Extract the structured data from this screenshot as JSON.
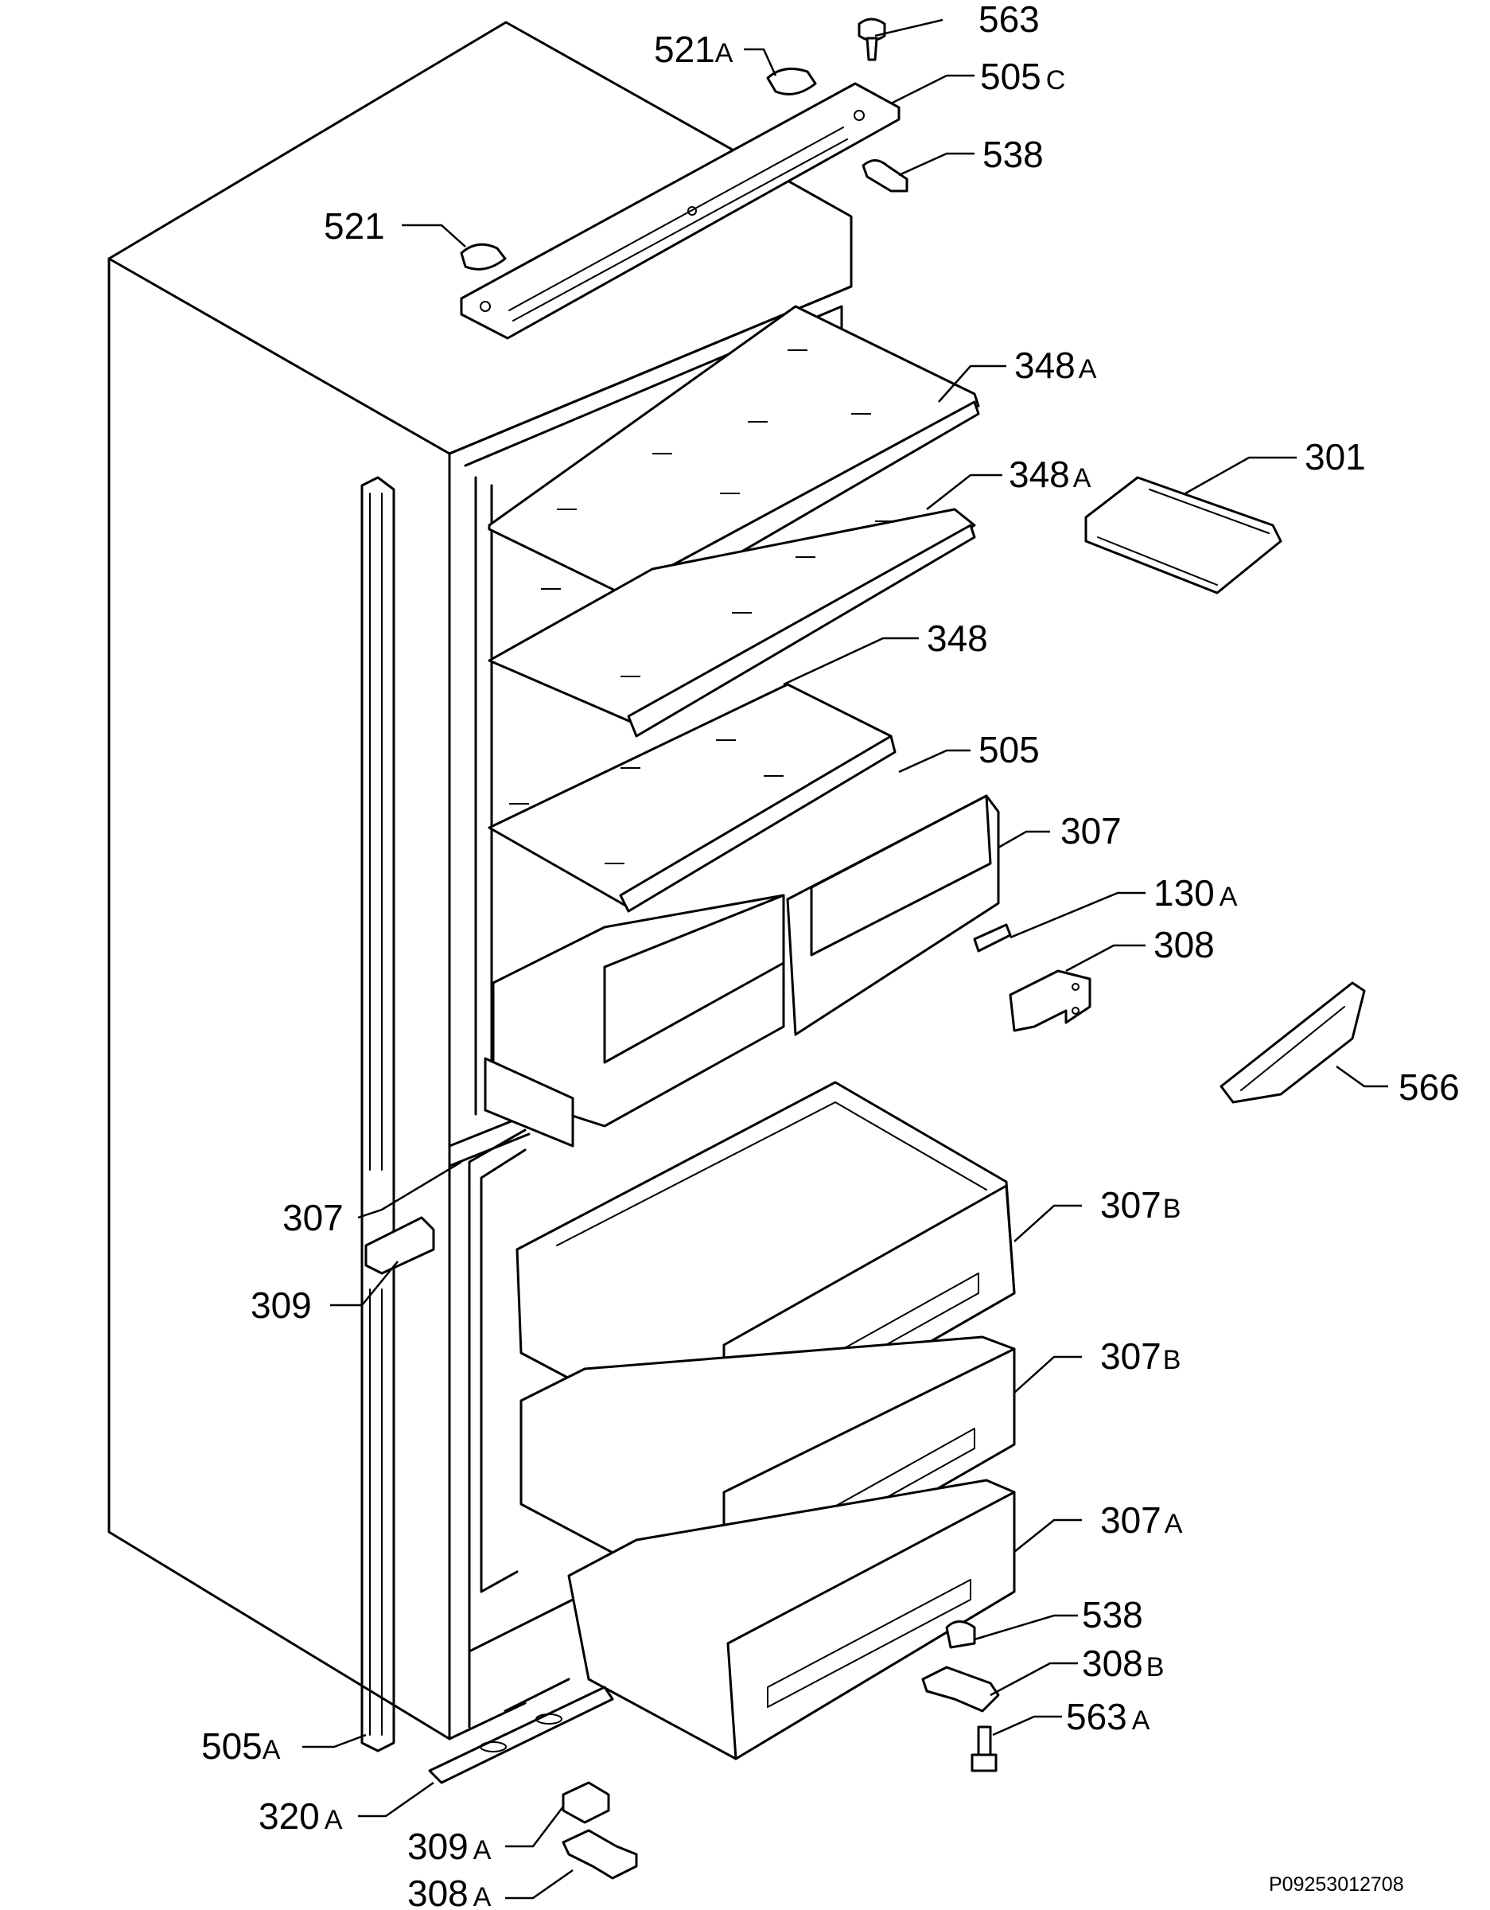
{
  "document_reference": "P09253012708",
  "callouts": [
    {
      "id": "563-top",
      "number": "563",
      "suffix": ""
    },
    {
      "id": "521A",
      "number": "521",
      "suffix": "A"
    },
    {
      "id": "505C",
      "number": "505",
      "suffix": "C"
    },
    {
      "id": "538-top",
      "number": "538",
      "suffix": ""
    },
    {
      "id": "521",
      "number": "521",
      "suffix": ""
    },
    {
      "id": "348A-1",
      "number": "348",
      "suffix": "A"
    },
    {
      "id": "348A-2",
      "number": "348",
      "suffix": "A"
    },
    {
      "id": "301",
      "number": "301",
      "suffix": ""
    },
    {
      "id": "348",
      "number": "348",
      "suffix": ""
    },
    {
      "id": "505",
      "number": "505",
      "suffix": ""
    },
    {
      "id": "307-right",
      "number": "307",
      "suffix": ""
    },
    {
      "id": "130A",
      "number": "130",
      "suffix": "A"
    },
    {
      "id": "308",
      "number": "308",
      "suffix": ""
    },
    {
      "id": "566",
      "number": "566",
      "suffix": ""
    },
    {
      "id": "307-left",
      "number": "307",
      "suffix": ""
    },
    {
      "id": "307B-1",
      "number": "307",
      "suffix": "B"
    },
    {
      "id": "309",
      "number": "309",
      "suffix": ""
    },
    {
      "id": "307B-2",
      "number": "307",
      "suffix": "B"
    },
    {
      "id": "307A",
      "number": "307",
      "suffix": "A"
    },
    {
      "id": "538-bottom",
      "number": "538",
      "suffix": ""
    },
    {
      "id": "308B",
      "number": "308",
      "suffix": "B"
    },
    {
      "id": "563A",
      "number": "563",
      "suffix": "A"
    },
    {
      "id": "505A",
      "number": "505",
      "suffix": "A"
    },
    {
      "id": "320A",
      "number": "320",
      "suffix": "A"
    },
    {
      "id": "309A",
      "number": "309",
      "suffix": "A"
    },
    {
      "id": "308A",
      "number": "308",
      "suffix": "A"
    }
  ]
}
